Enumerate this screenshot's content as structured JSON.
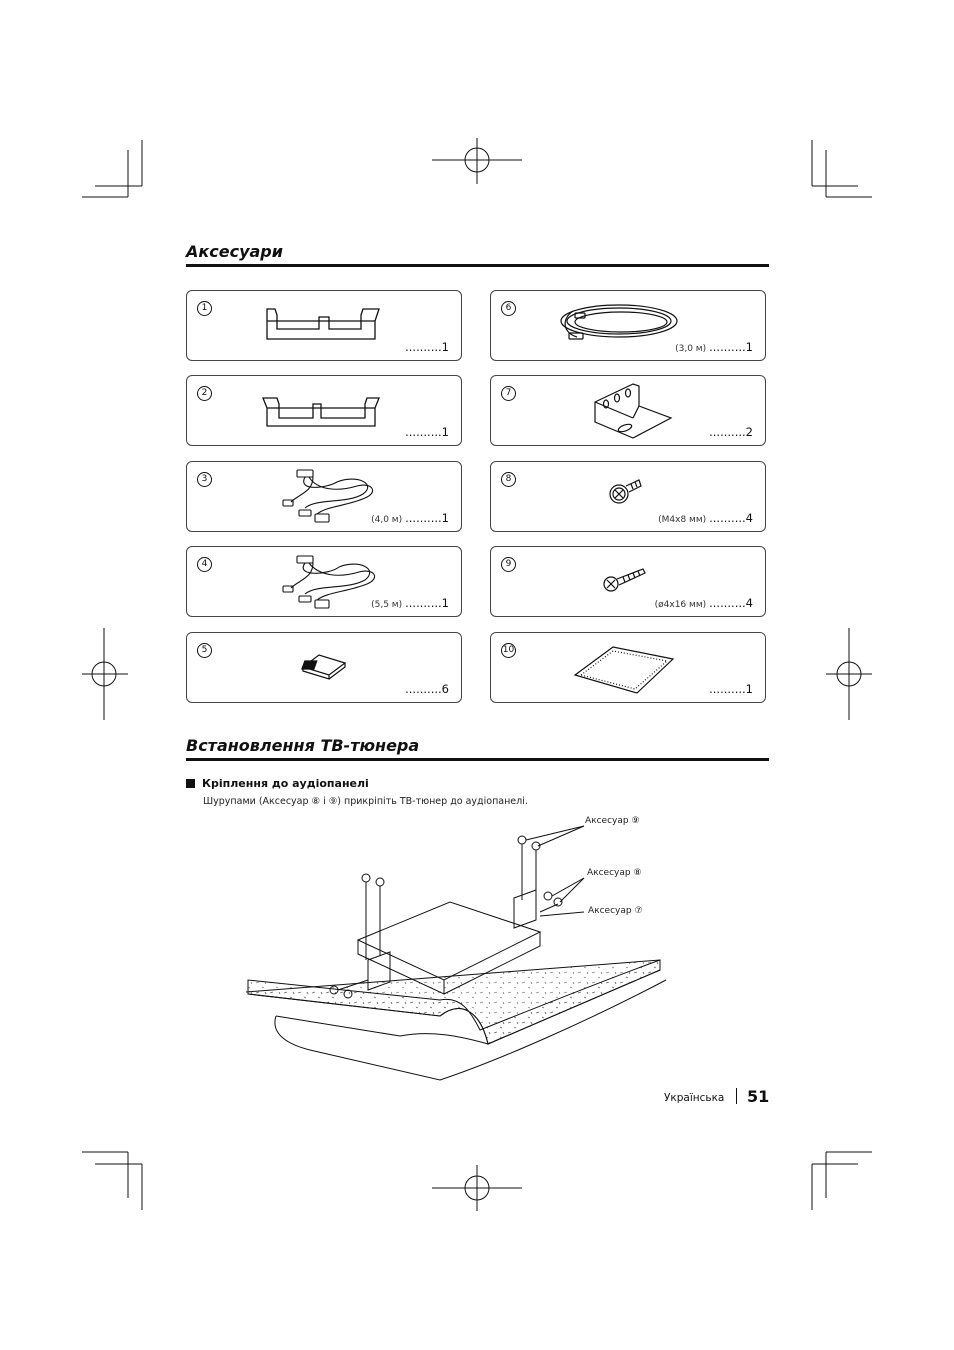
{
  "sections": {
    "accessories_title": "Аксесуари",
    "install_title": "Встановлення ТВ-тюнера"
  },
  "accessories": [
    {
      "num": "1",
      "spec": "",
      "qty": "..........1",
      "icon": "bracket-large-icon"
    },
    {
      "num": "6",
      "spec": "(3,0 м)",
      "qty": "..........1",
      "icon": "cable-coil-icon"
    },
    {
      "num": "2",
      "spec": "",
      "qty": "..........1",
      "icon": "bracket-small-icon"
    },
    {
      "num": "7",
      "spec": "",
      "qty": "..........2",
      "icon": "angle-bracket-icon"
    },
    {
      "num": "3",
      "spec": "(4,0 м)",
      "qty": "..........1",
      "icon": "antenna-cable-icon"
    },
    {
      "num": "8",
      "spec": "(M4x8 мм)",
      "qty": "..........4",
      "icon": "machine-screw-icon"
    },
    {
      "num": "4",
      "spec": "(5,5 м)",
      "qty": "..........1",
      "icon": "antenna-cable-icon"
    },
    {
      "num": "9",
      "spec": "(ø4x16 мм)",
      "qty": "..........4",
      "icon": "tapping-screw-icon"
    },
    {
      "num": "5",
      "spec": "",
      "qty": "..........6",
      "icon": "clamp-icon"
    },
    {
      "num": "10",
      "spec": "",
      "qty": "..........1",
      "icon": "adhesive-pad-icon"
    }
  ],
  "mounting": {
    "subheading": "Кріплення до аудіопанелі",
    "instruction": "Шурупами (Аксесуар ⑧ і ⑨) прикріпіть ТВ-тюнер до аудіопанелі.",
    "callouts": [
      "Аксесуар ⑨",
      "Аксесуар ⑧",
      "Аксесуар ⑦"
    ]
  },
  "footer": {
    "language": "Українська",
    "page": "51"
  }
}
